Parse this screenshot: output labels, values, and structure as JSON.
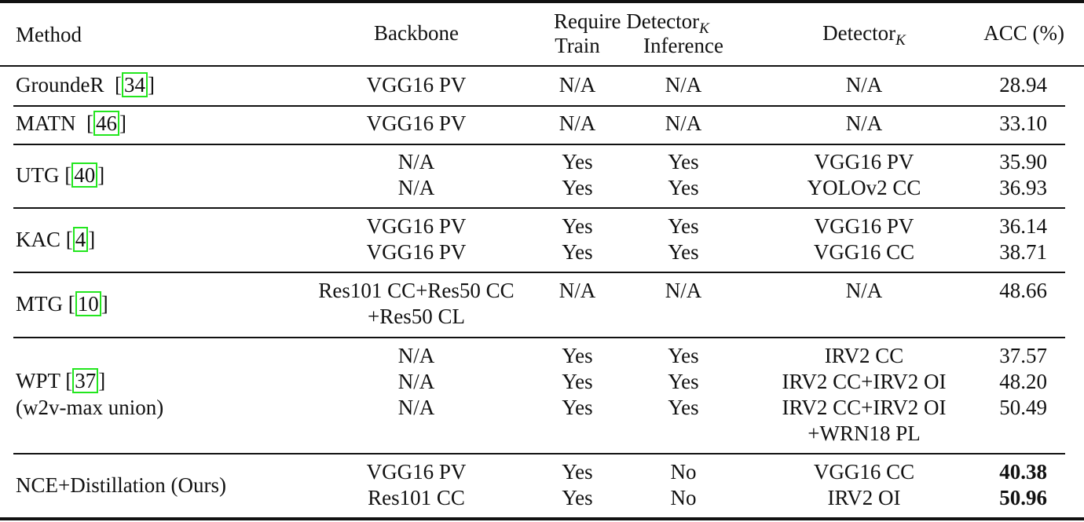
{
  "table": {
    "header": {
      "method": "Method",
      "backbone": "Backbone",
      "require_group": "Require Detector",
      "require_group_sub": "K",
      "train": "Train",
      "inference": "Inference",
      "detector": "Detector",
      "detector_sub": "K",
      "acc": "ACC (%)"
    },
    "rows": [
      {
        "method": "GroundeR",
        "cite": "34",
        "backbone": [
          "VGG16 PV"
        ],
        "train": [
          "N/A"
        ],
        "inference": [
          "N/A"
        ],
        "detector": [
          "N/A"
        ],
        "acc": [
          "28.94"
        ]
      },
      {
        "method": "MATN",
        "cite": "46",
        "backbone": [
          "VGG16 PV"
        ],
        "train": [
          "N/A"
        ],
        "inference": [
          "N/A"
        ],
        "detector": [
          "N/A"
        ],
        "acc": [
          "33.10"
        ]
      },
      {
        "method": "UTG",
        "cite": "40",
        "backbone": [
          "N/A",
          "N/A"
        ],
        "train": [
          "Yes",
          "Yes"
        ],
        "inference": [
          "Yes",
          "Yes"
        ],
        "detector": [
          "VGG16 PV",
          "YOLOv2 CC"
        ],
        "acc": [
          "35.90",
          "36.93"
        ]
      },
      {
        "method": "KAC",
        "cite": "4",
        "backbone": [
          "VGG16 PV",
          "VGG16 PV"
        ],
        "train": [
          "Yes",
          "Yes"
        ],
        "inference": [
          "Yes",
          "Yes"
        ],
        "detector": [
          "VGG16 PV",
          "VGG16 CC"
        ],
        "acc": [
          "36.14",
          "38.71"
        ]
      },
      {
        "method": "MTG",
        "cite": "10",
        "backbone": [
          "Res101 CC+Res50 CC",
          "+Res50 CL"
        ],
        "train": [
          "N/A"
        ],
        "inference": [
          "N/A"
        ],
        "detector": [
          "N/A"
        ],
        "acc": [
          "48.66"
        ]
      },
      {
        "method": "WPT",
        "cite": "37",
        "method_line2": "(w2v-max union)",
        "backbone": [
          "N/A",
          "N/A",
          "N/A"
        ],
        "train": [
          "Yes",
          "Yes",
          "Yes"
        ],
        "inference": [
          "Yes",
          "Yes",
          "Yes"
        ],
        "detector": [
          "IRV2 CC",
          "IRV2 CC+IRV2 OI",
          "IRV2 CC+IRV2 OI",
          "+WRN18 PL"
        ],
        "acc": [
          "37.57",
          "48.20",
          "50.49"
        ]
      },
      {
        "method": "NCE+Distillation (Ours)",
        "backbone": [
          "VGG16 PV",
          "Res101 CC"
        ],
        "train": [
          "Yes",
          "Yes"
        ],
        "inference": [
          "No",
          "No"
        ],
        "detector": [
          "VGG16 CC",
          "IRV2 OI"
        ],
        "acc": [
          "40.38",
          "50.96"
        ],
        "acc_bold": true
      }
    ]
  }
}
